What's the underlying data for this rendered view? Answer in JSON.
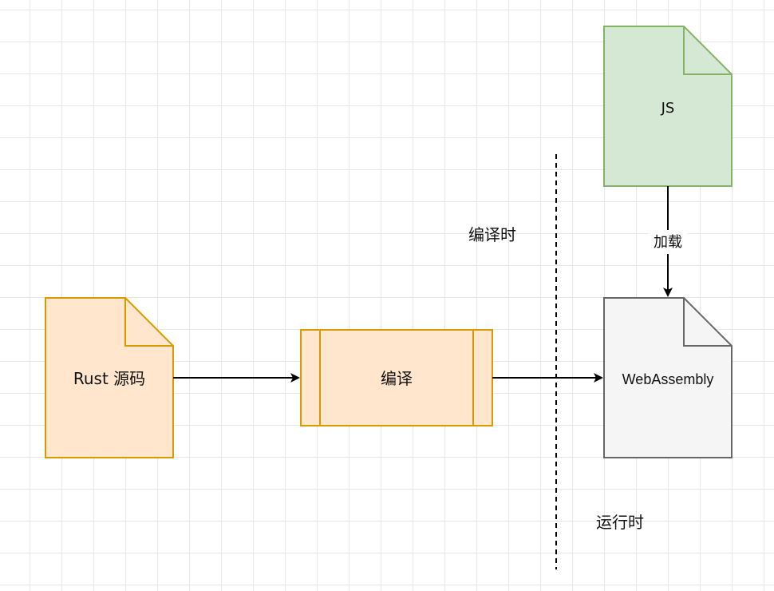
{
  "nodes": {
    "rust_source": {
      "label": "Rust 源码",
      "fill": "#ffe6cc",
      "stroke": "#d79b00"
    },
    "compile": {
      "label": "编译",
      "fill": "#ffe6cc",
      "stroke": "#d79b00"
    },
    "webassembly": {
      "label": "WebAssembly",
      "fill": "#f5f5f5",
      "stroke": "#666666"
    },
    "js": {
      "label": "JS",
      "fill": "#d5e8d4",
      "stroke": "#82b366"
    }
  },
  "edges": {
    "load_label": "加载"
  },
  "regions": {
    "compile_time": "编译时",
    "run_time": "运行时"
  }
}
